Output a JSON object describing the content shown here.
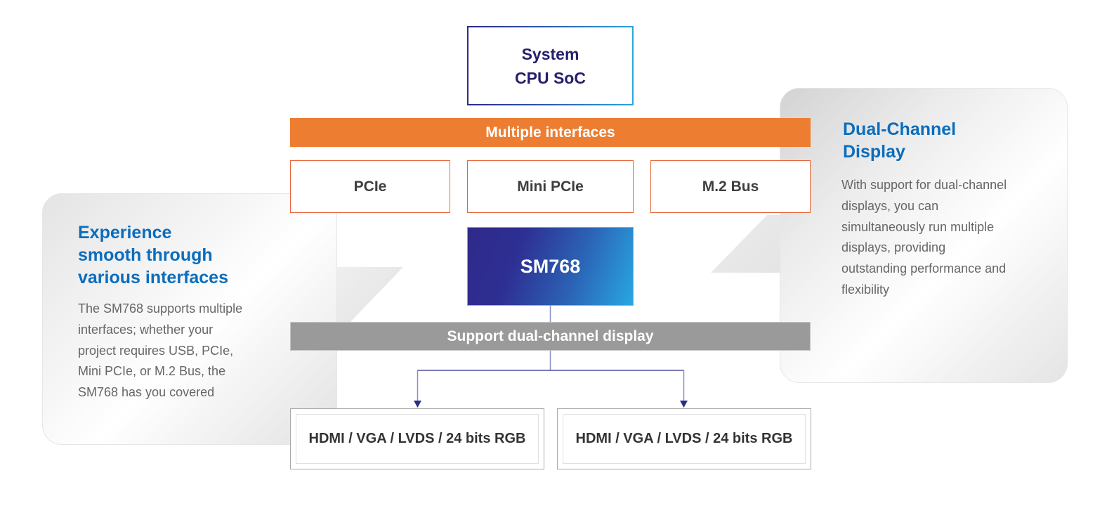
{
  "diagram": {
    "top_block": {
      "label": "System\nCPU SoC"
    },
    "interfaces_bar": {
      "label": "Multiple interfaces"
    },
    "interfaces": [
      {
        "label": "PCIe"
      },
      {
        "label": "Mini PCIe"
      },
      {
        "label": "M.2 Bus"
      }
    ],
    "chip": {
      "label": "SM768"
    },
    "display_bar": {
      "label": "Support dual-channel display"
    },
    "outputs": [
      {
        "label": "HDMI / VGA / LVDS / 24 bits RGB"
      },
      {
        "label": "HDMI / VGA / LVDS / 24 bits RGB"
      }
    ],
    "edges": [
      {
        "from": "SM768",
        "to": "Support dual-channel display"
      },
      {
        "from": "Support dual-channel display",
        "to": "output-1"
      },
      {
        "from": "Support dual-channel display",
        "to": "output-2"
      }
    ]
  },
  "cards": {
    "left": {
      "title": "Experience\nsmooth through\nvarious interfaces",
      "body": "The SM768 supports multiple\ninterfaces; whether your\nproject requires USB, PCIe,\nMini PCIe, or M.2 Bus, the\nSM768 has you covered"
    },
    "right": {
      "title": "Dual-Channel\nDisplay",
      "body": "With support for dual-channel\ndisplays, you can\nsimultaneously run multiple\ndisplays, providing\noutstanding performance and\nflexibility"
    }
  },
  "colors": {
    "accent_orange": "#ed7d31",
    "interface_border": "#e8643a",
    "title_blue": "#0a6dbd",
    "chip_gradient_start": "#2e2a8a",
    "chip_gradient_end": "#28a7e2",
    "bar_gray": "#9a9a9a",
    "connector": "#8a8fc4",
    "arrow_head": "#2e2a8a"
  }
}
